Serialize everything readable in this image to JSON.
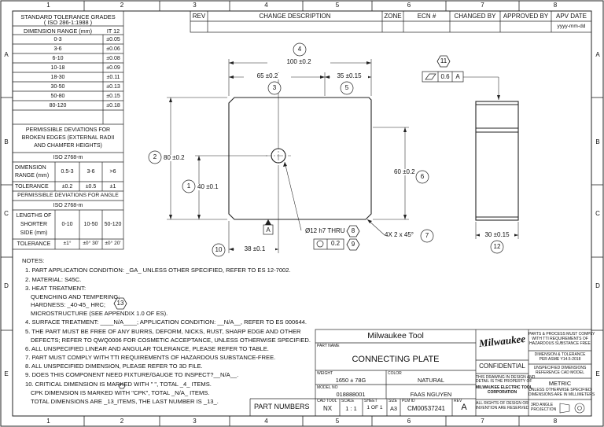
{
  "zones": {
    "cols": [
      "1",
      "2",
      "3",
      "4",
      "5",
      "6",
      "7",
      "8"
    ],
    "rows": [
      "A",
      "B",
      "C",
      "D",
      "E"
    ]
  },
  "tolerance_table": {
    "title": "STANDARD TOLERANCE GRADES",
    "standard": "( ISO 286-1:1988 )",
    "header_range": "DIMENSION RANGE (mm)",
    "header_it": "IT 12",
    "rows": [
      {
        "range": "0-3",
        "tol": "±0.05"
      },
      {
        "range": "3-6",
        "tol": "±0.06"
      },
      {
        "range": "6-10",
        "tol": "±0.08"
      },
      {
        "range": "10-18",
        "tol": "±0.09"
      },
      {
        "range": "18-30",
        "tol": "±0.11"
      },
      {
        "range": "30-50",
        "tol": "±0.13"
      },
      {
        "range": "50-80",
        "tol": "±0.15"
      },
      {
        "range": "80-120",
        "tol": "±0.18"
      }
    ],
    "edges_title_1": "PERMISSIBLE DEVIATIONS FOR",
    "edges_title_2": "BROKEN EDGES (EXTERNAL RADII",
    "edges_title_3": "AND CHAMFER HEIGHTS)",
    "edges_std": "ISO 2768-m",
    "edges_range_label_1": "DIMENSION",
    "edges_range_label_2": "RANGE (mm)",
    "edges_ranges": [
      "0.5-3",
      "3-6",
      ">6"
    ],
    "edges_tol_label": "TOLERANCE",
    "edges_tols": [
      "±0.2",
      "±0.5",
      "±1"
    ],
    "angle_title": "PERMISSIBLE DEVIATIONS FOR ANGLE",
    "angle_std": "ISO 2768-m",
    "angle_label_1": "LENGTHS OF",
    "angle_label_2": "SHORTER",
    "angle_label_3": "SIDE (mm)",
    "angle_ranges": [
      "0-10",
      "10-50",
      "50-120"
    ],
    "angle_tol_label": "TOLERANCE",
    "angle_tols": [
      "±1°",
      "±0° 30'",
      "±0° 20'"
    ]
  },
  "revision": {
    "headers": [
      "REV",
      "CHANGE DESCRIPTION",
      "ZONE",
      "ECN #",
      "CHANGED BY",
      "APPROVED BY",
      "APV DATE"
    ],
    "date_placeholder": "yyyy-mm-dd"
  },
  "drawing": {
    "dim_100": "100 ±0.2",
    "dim_65": "65 ±0.2",
    "dim_35": "35 ±0.15",
    "dim_80": "80 ±0.2",
    "dim_40": "40 ±0.1",
    "dim_60": "60 ±0.2",
    "dim_38": "38 ±0.1",
    "dim_30": "30 ±0.15",
    "hole": "Ø12 h7  THRU",
    "position_tol": "0.2",
    "chamfer": "4X 2  x  45°",
    "flatness_tol": "0.6",
    "flatness_datum": "A",
    "datum_a": "A",
    "balloons": {
      "b1": "1",
      "b2": "2",
      "b3": "3",
      "b4": "4",
      "b5": "5",
      "b6": "6",
      "b7": "7",
      "b8": "8",
      "b9": "9",
      "b10": "10",
      "b11": "11",
      "b12": "12",
      "b13": "13"
    }
  },
  "notes": {
    "title": "NOTES:",
    "lines": [
      "1. PART APPLICATION CONDITION: _GA_ UNLESS OTHER SPECIFIED, REFER TO ES 12-7002.",
      "2. MATERIAL: S45C.",
      "3. HEAT TREATMENT:",
      "QUENCHING AND TEMPERING;",
      "HARDNESS: _40-45_ HRC;",
      "MICROSTRUCTURE (SEE APPENDIX 1.0 OF ES).",
      "4. SURFACE TREATMENT: ____N/A____; APPLICATION CONDITION: __N/A__, REFER TO ES 000644.",
      "5. THE PART MUST BE FREE OF ANY BURRS, DEFORM, NICKS, RUST, SHARP EDGE AND OTHER",
      "DEFECTS; REFER TO QWQ0006 FOR COSMETIC ACCEPTANCE, UNLESS OTHERWISE SPECIFIED.",
      "6. ALL UNSPECIFIED LINEAR AND ANGULAR TOLERANCE, PLEASE REFER TO TABLE.",
      "7. PART MUST COMPLY WITH TTI REQUIREMENTS OF HAZARDOUS SUBSTANCE-FREE.",
      "8. ALL UNSPECIFIED DIMENSION, PLEASE REFER TO 3D FILE.",
      "9. DOES THIS COMPONENT NEED FIXTURE/GAUGE TO INSPECT?__N/A__.",
      "10. CRITICAL DIMENSION IS MARKED WITH \"  \", TOTAL _4_ ITEMS.",
      "CPK DIMENSION IS MARKED WITH \"CPK\", TOTAL _N/A_ ITEMS.",
      "TOTAL DIMENSIONS ARE _13_ITEMS, THE LAST NUMBER IS _13_."
    ]
  },
  "title_block": {
    "company": "Milwaukee Tool",
    "part_name_label": "PART NAME",
    "part_name": "CONNECTING PLATE",
    "weight_label": "WEIGHT",
    "weight": "1650 ± 78G",
    "color_label": "COLOR",
    "color": "NATURAL",
    "model_label": "MODEL NO",
    "model": "018888001",
    "drawn_by": "FAAS NGUYEN",
    "part_numbers": "PART NUMBERS",
    "cad_tool_label": "CAD TOOL",
    "cad_tool": "NX",
    "scale_label": "SCALE",
    "scale": "1 : 1",
    "sheet_label": "SHEET",
    "sheet": "1  OF  1",
    "size_label": "SIZE",
    "size": "A3",
    "plm_label": "PLM ID",
    "plm": "CM00537241",
    "rev_label": "REV",
    "rev": "A",
    "logo": "Milwaukee",
    "confidential": "CONFIDENTIAL",
    "prop_text_1": "THIS DRAWING IN DESIGN AND",
    "prop_text_2": "DETAIL IS THE PROPERTY OF",
    "corp_1": "MILWAUKEE ELECTRIC TOOL",
    "corp_2": "CORPORATION",
    "rights_1": "ALL RIGHTS OF DESIGN OR",
    "rights_2": "INVENTION ARE RESERVED",
    "comply_1": "PARTS & PROCESS MUST COMPLY",
    "comply_2": "WITH TTI REQUIREMENTS OF",
    "comply_3": "HAZARDOUS SUBSTANCE FREE",
    "dimtol_1": "DIMENSION & TOLERANCE",
    "dimtol_2": "PER ASME Y14.5-2018",
    "unspec_1": "UNSPECIFIED DIMENSIONS",
    "unspec_2": "REFERENCE CAD MODEL",
    "metric": "METRIC",
    "metric_1": "UNLESS OTHERWISE SPECIFIED",
    "metric_2": "DIMENSIONS ARE IN MILLIMETERS",
    "projection_1": "3RD ANGLE",
    "projection_2": "PROJECTION"
  }
}
